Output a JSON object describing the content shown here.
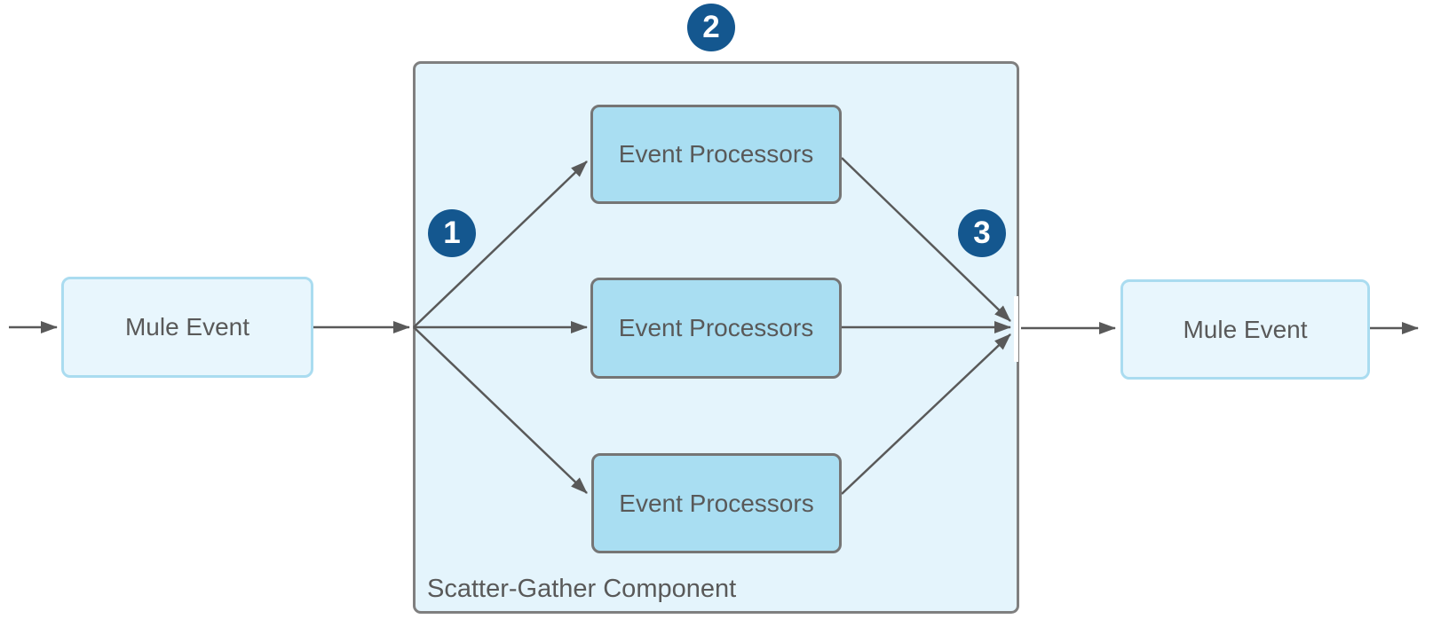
{
  "diagram": {
    "nodes": {
      "left_event": {
        "label": "Mule Event"
      },
      "right_event": {
        "label": "Mule Event"
      },
      "scatter_gather": {
        "label": "Scatter-Gather Component"
      },
      "processors": [
        {
          "label": "Event Processors"
        },
        {
          "label": "Event Processors"
        },
        {
          "label": "Event Processors"
        }
      ]
    },
    "badges": [
      {
        "value": "1"
      },
      {
        "value": "2"
      },
      {
        "value": "3"
      }
    ]
  },
  "colors": {
    "badge": "#14578F",
    "container_fill": "#E4F4FC",
    "container_border": "#7F7F7F",
    "processor_fill": "#A9DEF2",
    "processor_border": "#757575",
    "event_fill": "#E8F6FD",
    "event_border": "#AADCF0",
    "arrow": "#595959",
    "text": "#595959"
  }
}
